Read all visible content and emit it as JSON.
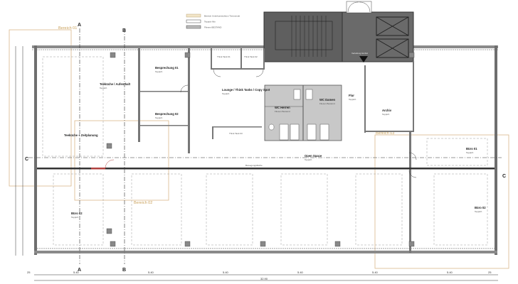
{
  "legend": [
    {
      "label": "Bereich Unterkonstruktion Trennwnde",
      "color": "#f3e6c8"
    },
    {
      "label": "Teppich Mix",
      "color": "#ffffff"
    },
    {
      "label": "Fliesen BESTAND",
      "color": "#bdbdbd"
    }
  ],
  "areas": {
    "a1": "Bereich 01",
    "a2": "Bereich 02",
    "a3": "Bereich 03"
  },
  "rooms": {
    "teekueche": {
      "name": "Teeküche / Aufenthalt",
      "floor": "Teppich"
    },
    "teekueche_zp": {
      "name": "Teeküche + Zeitplanung"
    },
    "bes01": {
      "name": "Besprechung 01",
      "floor": "Teppich"
    },
    "bes02": {
      "name": "Besprechung 02",
      "floor": "Teppich"
    },
    "lounge": {
      "name": "Lounge / Think Tanks / Copy Spot",
      "floor": "Teppich"
    },
    "tt01": {
      "name": "Think Tank 01"
    },
    "tt02": {
      "name": "Think Tank 02"
    },
    "tt03": {
      "name": "Think Tank 03"
    },
    "wch": {
      "name": "WC Herren",
      "floor": "Fliesen Bestand"
    },
    "wcd": {
      "name": "WC Damen",
      "floor": "Fliesen Bestand"
    },
    "flur": {
      "name": "Flur",
      "floor": "Teppich"
    },
    "archiv": {
      "name": "Archiv",
      "floor": "Teppich"
    },
    "open": {
      "name": "Open Space",
      "floor": "Teppich"
    },
    "buero01": {
      "name": "Büro 01",
      "floor": "Teppich"
    },
    "buero02r": {
      "name": "Büro 02",
      "floor": "Teppich"
    },
    "buero02l": {
      "name": "Büro 02",
      "floor": "Teppich"
    },
    "core": {
      "name": "Verteilung GmbH"
    }
  },
  "corridor_label": "Bewegungsfläche",
  "axes": {
    "a": "A",
    "b": "B",
    "c": "C"
  },
  "dimensions": {
    "bays": [
      "5.40",
      "5.40",
      "5.40",
      "5.40",
      "5.40",
      "5.40"
    ],
    "total": "32.90",
    "edge": "25"
  },
  "colors": {
    "wall": "#6e6e6e",
    "core": "#5a5a5a",
    "tile": "#c8c8c8",
    "area_frame": "#d9b88a",
    "door_red": "#b0413e"
  }
}
